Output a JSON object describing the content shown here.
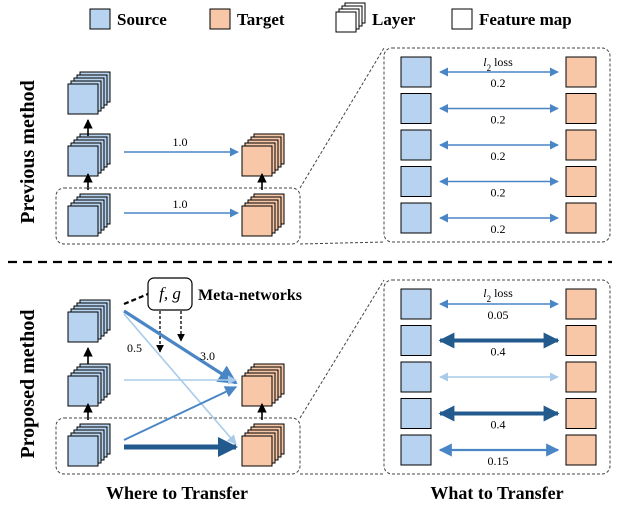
{
  "legend": {
    "source": "Source",
    "target": "Target",
    "layer": "Layer",
    "feature_map": "Feature map"
  },
  "previous": {
    "title": "Previous method",
    "where_weights": [
      "1.0",
      "1.0"
    ],
    "what_weights": [
      "0.2",
      "0.2",
      "0.2",
      "0.2",
      "0.2"
    ],
    "loss_label_base": "l",
    "loss_label_sub": "2",
    "loss_label_suffix": " loss"
  },
  "proposed": {
    "title": "Proposed method",
    "meta_networks": "Meta-networks",
    "meta_symbol": "f, g",
    "where_labels": [
      "0.5",
      "3.0"
    ],
    "what_weights": [
      "0.05",
      "0.4",
      "",
      "0.4",
      "0.15"
    ],
    "loss_label_base": "l",
    "loss_label_sub": "2",
    "loss_label_suffix": " loss"
  },
  "bottom": {
    "where": "Where to Transfer",
    "what": "What to Transfer"
  },
  "colors": {
    "source_fill": "#b7d3f0",
    "target_fill": "#f7c7a8",
    "edge_blue": "#4a86c6",
    "edge_light": "#a9cbe9",
    "edge_dark": "#235a8e"
  }
}
